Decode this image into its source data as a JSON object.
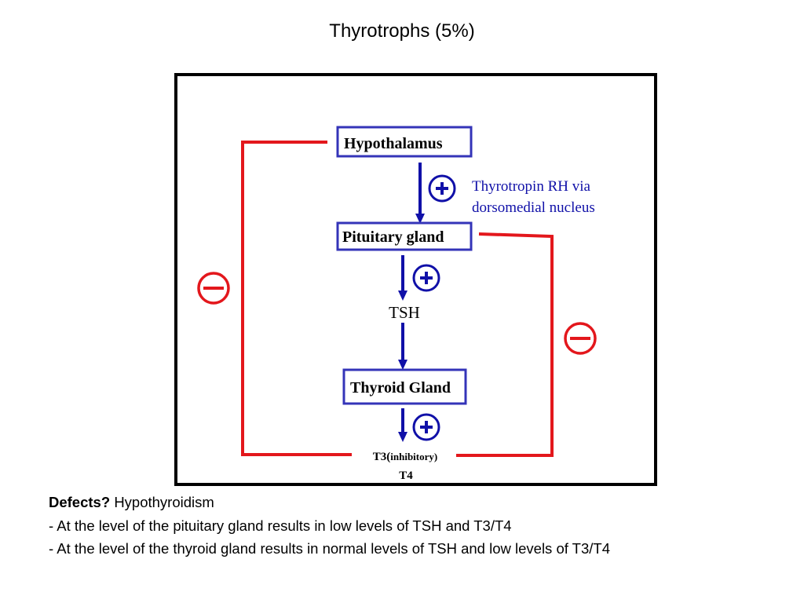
{
  "slide": {
    "title": "Thyrotrophs (5%)"
  },
  "colors": {
    "stimulatory": "#1010a8",
    "box_border": "#3434b8",
    "inhibitory": "#e3171c",
    "frame": "#000000"
  },
  "diagram": {
    "hypothalamus": "Hypothalamus",
    "pituitary": "Pituitary gland",
    "thyroid": "Thyroid Gland",
    "trh_note": [
      "Thyrotropin RH via",
      "dorsomedial nucleus"
    ],
    "tsh": "TSH",
    "hormones": {
      "t3": "T3(",
      "t3_note": "inhibitory)",
      "t4": "T4"
    },
    "signs": {
      "stimulation": "plus-icon",
      "inhibition": "minus-icon"
    }
  },
  "notes": {
    "heading": "Defects?",
    "condition": "Hypothyroidism",
    "lines": [
      "- At the level of the pituitary gland results in low levels of TSH and T3/T4",
      "- At the level of the thyroid gland results in normal levels of TSH and low levels of T3/T4"
    ]
  }
}
